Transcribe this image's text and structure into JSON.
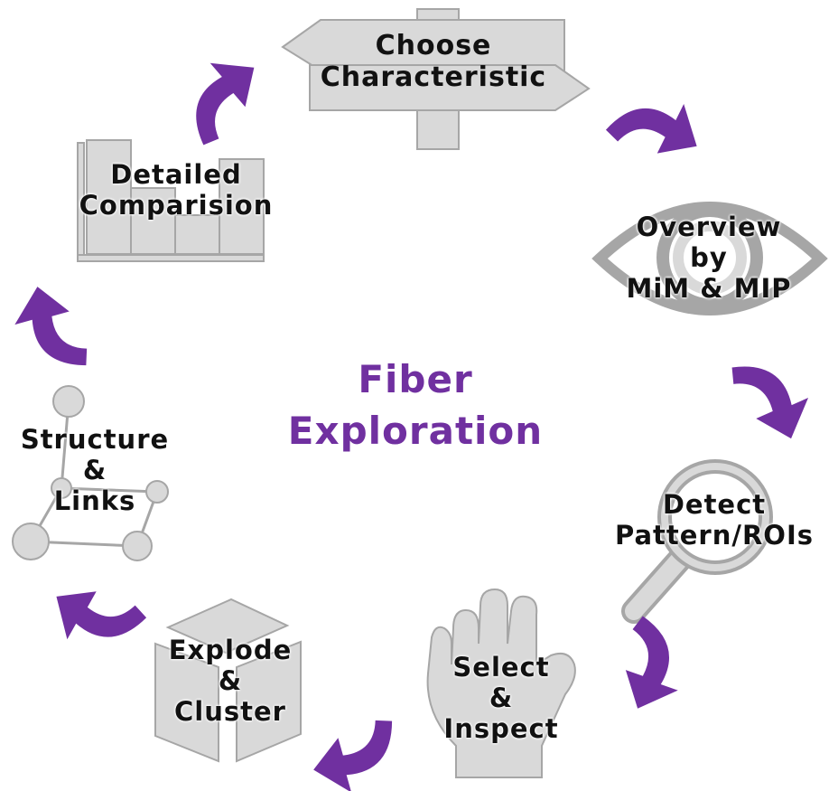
{
  "center": {
    "line1": "Fiber",
    "line2": "Exploration"
  },
  "accent_color": "#7030a0",
  "icon_color": "#d9d9d9",
  "icon_stroke": "#a6a6a6",
  "steps": [
    {
      "icon": "signpost-icon",
      "lines": [
        "Choose",
        "Characteristic"
      ]
    },
    {
      "icon": "eye-icon",
      "lines": [
        "Overview",
        "by",
        "MiM & MIP"
      ]
    },
    {
      "icon": "magnifier-icon",
      "lines": [
        "Detect",
        "Pattern/ROIs"
      ]
    },
    {
      "icon": "hand-icon",
      "lines": [
        "Select",
        "&",
        "Inspect"
      ]
    },
    {
      "icon": "cube-icon",
      "lines": [
        "Explode",
        "&",
        "Cluster"
      ]
    },
    {
      "icon": "graph-icon",
      "lines": [
        "Structure",
        "&",
        "Links"
      ]
    },
    {
      "icon": "bar-chart-icon",
      "lines": [
        "Detailed",
        "Comparision"
      ]
    }
  ]
}
